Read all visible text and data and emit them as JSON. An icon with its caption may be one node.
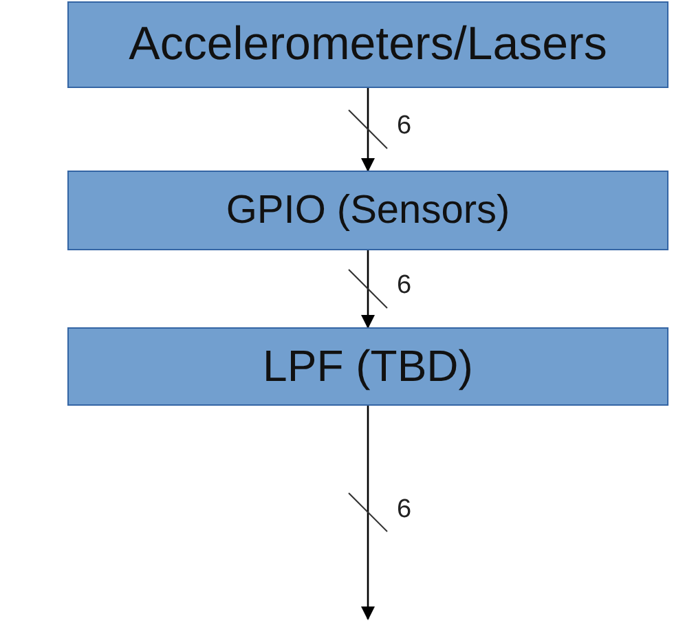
{
  "diagram": {
    "nodes": [
      {
        "text": [
          "Accelerometers/Lasers"
        ]
      },
      {
        "text": [
          "GPIO (Sensors)"
        ]
      },
      {
        "text": [
          "LPF (TBD)"
        ]
      }
    ],
    "edges": [
      {
        "from": 0,
        "to": 1,
        "arrow": "to",
        "label": "6"
      },
      {
        "from": 1,
        "to": 2,
        "arrow": "to",
        "label": "6"
      },
      {
        "from": 2,
        "to": null,
        "arrow": "to",
        "label": "6"
      }
    ]
  }
}
